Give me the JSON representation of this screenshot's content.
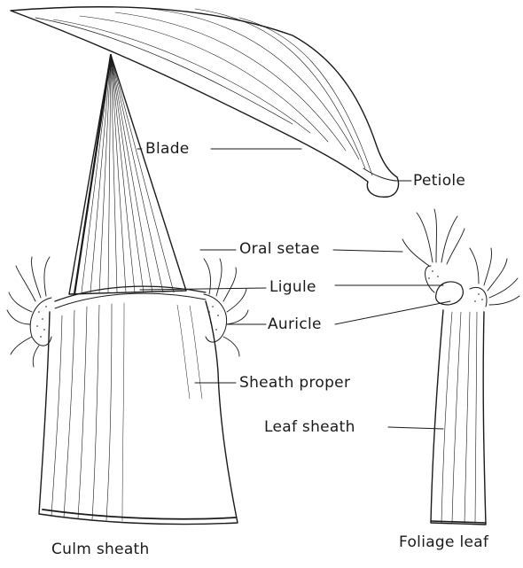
{
  "labels": {
    "blade": "Blade",
    "petiole": "Petiole",
    "oral_setae": "Oral setae",
    "ligule": "Ligule",
    "auricle": "Auricle",
    "sheath_proper": "Sheath proper",
    "leaf_sheath": "Leaf sheath"
  },
  "captions": {
    "culm_sheath": "Culm sheath",
    "foliage_leaf": "Foliage leaf"
  },
  "colors": {
    "ink": "#1a1a1a",
    "paper": "#ffffff"
  }
}
